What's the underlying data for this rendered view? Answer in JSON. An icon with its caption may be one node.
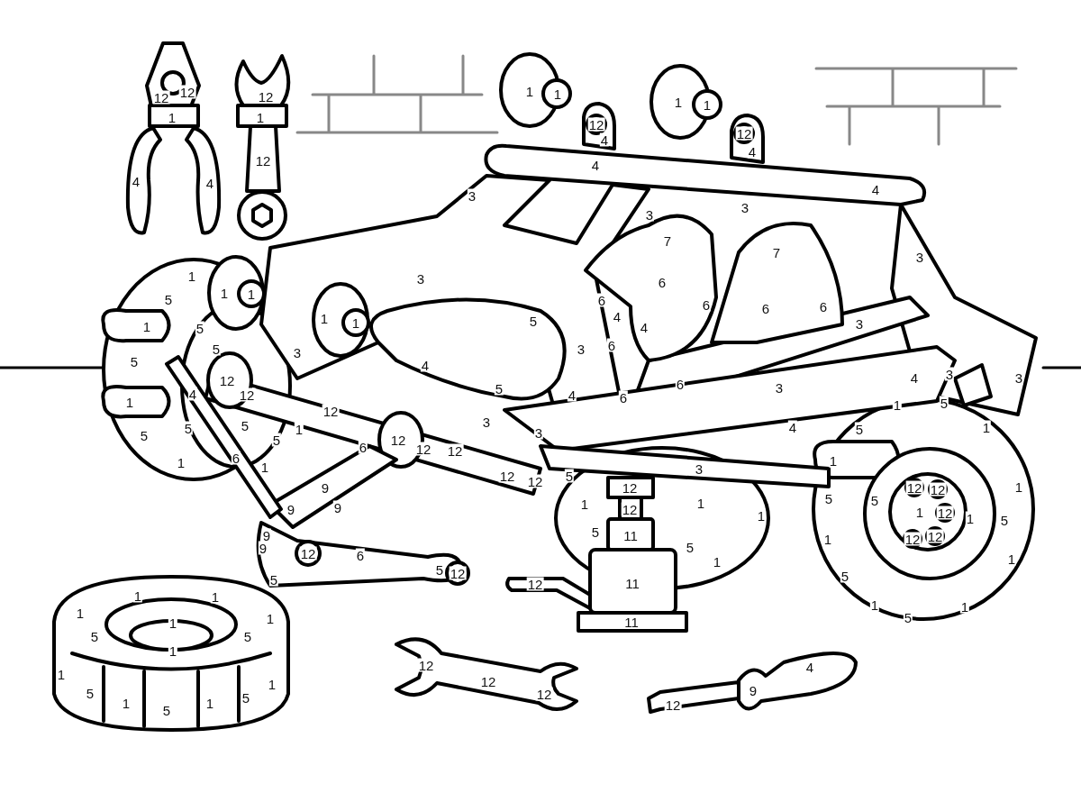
{
  "diagram": {
    "labels": [
      "12",
      "12",
      "12",
      "1",
      "1",
      "1",
      "1",
      "1",
      "1",
      "12",
      "12",
      "4",
      "4",
      "12",
      "4",
      "4",
      "4",
      "4",
      "3",
      "3",
      "3",
      "7",
      "7",
      "3",
      "1",
      "3",
      "6",
      "1",
      "1",
      "5",
      "6",
      "6",
      "6",
      "6",
      "1",
      "5",
      "1",
      "1",
      "5",
      "4",
      "4",
      "3",
      "5",
      "3",
      "3",
      "6",
      "5",
      "4",
      "1",
      "4",
      "12",
      "12",
      "5",
      "4",
      "6",
      "6",
      "3",
      "1",
      "4",
      "5",
      "3",
      "3",
      "12",
      "3",
      "5",
      "5",
      "5",
      "5",
      "1",
      "12",
      "3",
      "4",
      "5",
      "1",
      "6",
      "12",
      "12",
      "6",
      "1",
      "1",
      "3",
      "1",
      "9",
      "12",
      "12",
      "5",
      "12",
      "12",
      "12",
      "1",
      "9",
      "9",
      "1",
      "12",
      "1",
      "1",
      "5",
      "5",
      "1",
      "12",
      "1",
      "5",
      "9",
      "5",
      "11",
      "1",
      "12",
      "12",
      "9",
      "5",
      "12",
      "6",
      "1",
      "1",
      "5",
      "5",
      "12",
      "12",
      "11",
      "5",
      "1",
      "1",
      "1",
      "1",
      "1",
      "1",
      "1",
      "11",
      "5",
      "5",
      "5",
      "1",
      "12",
      "4",
      "1",
      "1",
      "12",
      "5",
      "5",
      "12",
      "9",
      "1",
      "5",
      "1",
      "12"
    ]
  }
}
